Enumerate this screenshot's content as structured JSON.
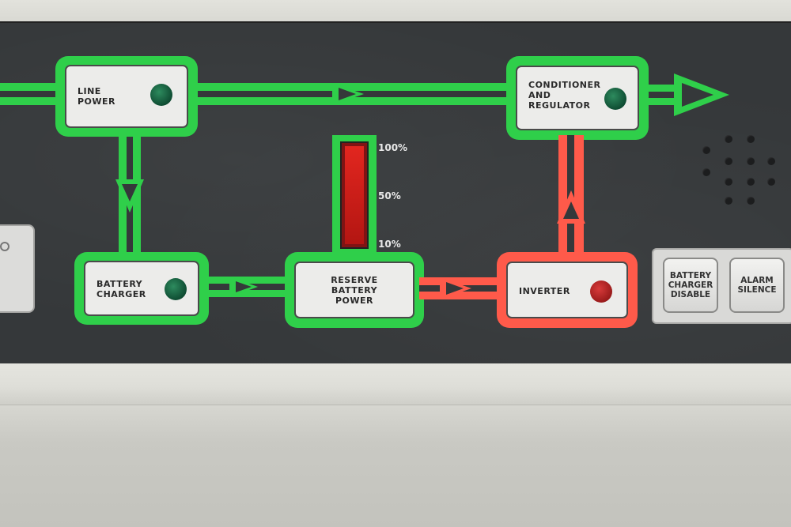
{
  "panel": {
    "line_power": {
      "label": "LINE\nPOWER",
      "indicator": "green-led"
    },
    "conditioner": {
      "label": "CONDITIONER\nAND\nREGULATOR",
      "indicator": "green-led"
    },
    "battery_charger": {
      "label": "BATTERY\nCHARGER",
      "indicator": "green-led"
    },
    "reserve": {
      "label": "RESERVE\nBATTERY\nPOWER"
    },
    "inverter": {
      "label": "INVERTER",
      "indicator": "red-led"
    },
    "meter": {
      "ticks": [
        "100%",
        "50%",
        "10%"
      ],
      "level_percent": 100
    },
    "buttons": {
      "charger_disable": "BATTERY\nCHARGER\nDISABLE",
      "alarm_silence": "ALARM\nSILENCE"
    }
  },
  "colors": {
    "flow_green": "#2fcf4a",
    "flow_red": "#ff5a4a",
    "panel": "#35383a",
    "led_green": "#0f4d33",
    "led_red": "#9a1b1b",
    "meter_red": "#e2261f"
  }
}
